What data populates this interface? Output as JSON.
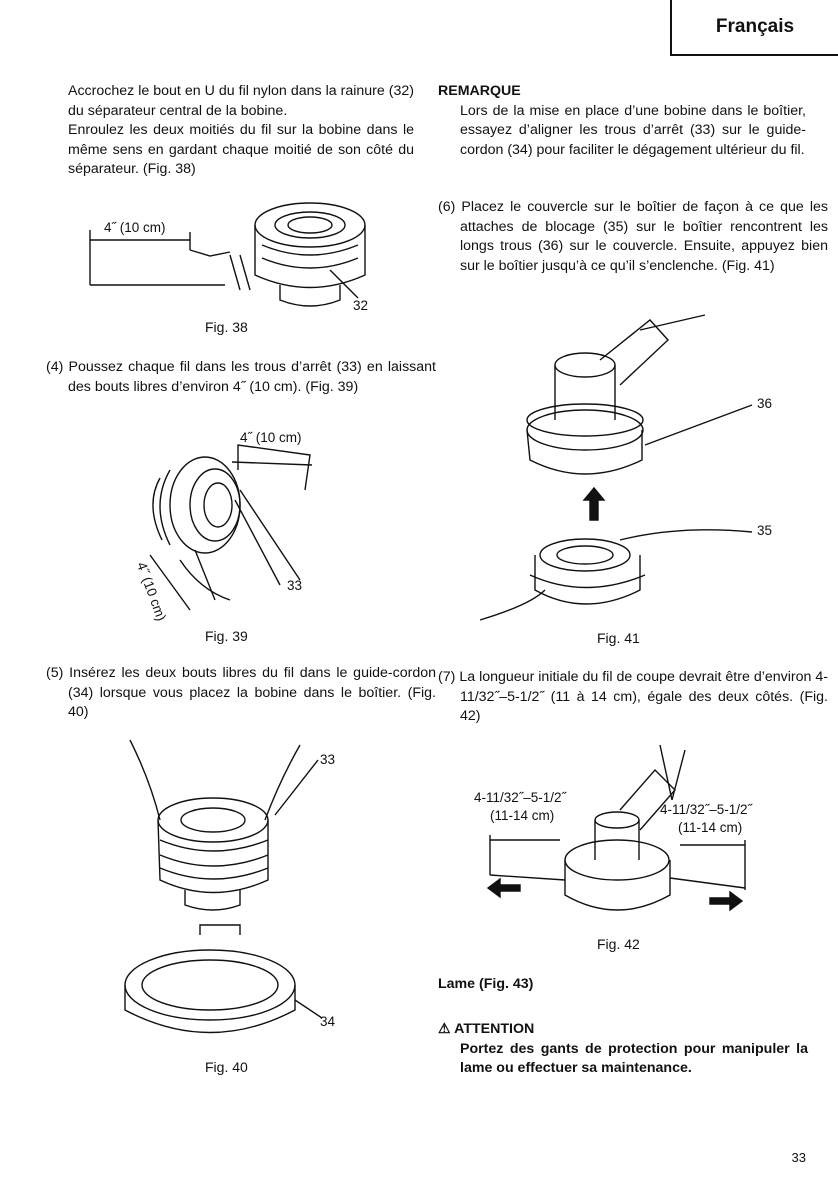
{
  "header": {
    "language_tab": "Français"
  },
  "left": {
    "intro_p1": "Accrochez le bout en U du fil nylon dans la rainure (32) du séparateur central de la bobine.",
    "intro_p2": "Enroulez les deux moitiés du fil sur la bobine dans le même sens en gardant chaque moitié de son côté du séparateur. (Fig. 38)",
    "fig38": {
      "caption": "Fig. 38",
      "dim_label": "4˝ (10 cm)",
      "callout": "32"
    },
    "step4": "(4) Poussez chaque fil dans les trous d’arrêt (33) en laissant des bouts libres d’environ 4˝ (10 cm). (Fig. 39)",
    "fig39": {
      "caption": "Fig. 39",
      "dim_label_top": "4˝ (10 cm)",
      "dim_label_side": "4˝ (10 cm)",
      "callout": "33"
    },
    "step5": "(5) Insérez les deux bouts libres du fil dans le guide-cordon (34) lorsque vous placez la bobine dans le boîtier. (Fig. 40)",
    "fig40": {
      "caption": "Fig. 40",
      "callout_top": "33",
      "callout_bottom": "34"
    }
  },
  "right": {
    "remark_title": "REMARQUE",
    "remark_body": "Lors de la mise en place d’une bobine dans le boîtier, essayez d’aligner les trous d’arrêt (33) sur le guide-cordon (34) pour faciliter le dégagement ultérieur du fil.",
    "step6": "(6) Placez le couvercle sur le boîtier de façon à ce que les attaches de blocage (35) sur le boîtier rencontrent les longs trous (36) sur le couvercle. Ensuite, appuyez bien sur le boîtier jusqu’à ce qu’il s’enclenche. (Fig. 41)",
    "fig41": {
      "caption": "Fig. 41",
      "callout_top": "36",
      "callout_bottom": "35"
    },
    "step7": "(7) La longueur initiale du fil de coupe devrait être d’environ 4-11/32˝–5-1/2˝ (11 à 14 cm), égale des deux côtés. (Fig. 42)",
    "fig42": {
      "caption": "Fig. 42",
      "left_len": "4-11/32˝–5-1/2˝",
      "left_cm": "(11-14 cm)",
      "right_len": "4-11/32˝–5-1/2˝",
      "right_cm": "(11-14 cm)"
    },
    "blade_heading": "Lame (Fig. 43)",
    "warning_title": "ATTENTION",
    "warning_body": "Portez des gants de protection pour manipuler la lame ou effectuer sa maintenance."
  },
  "footer": {
    "page_number": "33"
  }
}
